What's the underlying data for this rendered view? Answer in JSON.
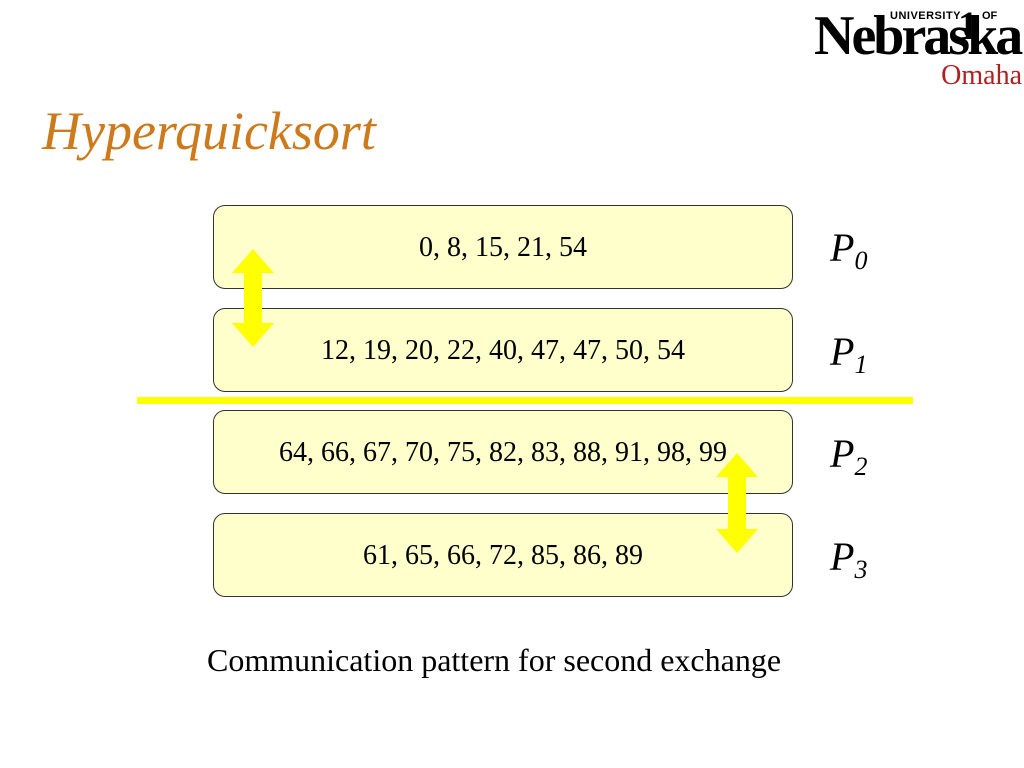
{
  "slide": {
    "title": "Hyperquicksort",
    "caption": "Communication pattern for second exchange"
  },
  "logo": {
    "university": "UNIVERSITY",
    "one": "1",
    "of": "OF",
    "name": "Nebraska",
    "campus": "Omaha",
    "campus_color": "#b02020"
  },
  "diagram": {
    "box_fill": "#ffffcc",
    "accent_color": "#ffff00",
    "title_color": "#cc7a1b",
    "processors": [
      {
        "label": "P",
        "sub": "0",
        "values": "0, 8, 15, 21, 54"
      },
      {
        "label": "P",
        "sub": "1",
        "values": "12, 19, 20, 22, 40, 47, 47, 50, 54"
      },
      {
        "label": "P",
        "sub": "2",
        "values": "64, 66, 67, 70, 75, 82, 83, 88, 91, 98, 99"
      },
      {
        "label": "P",
        "sub": "3",
        "values": "61, 65, 66, 72, 85, 86, 89"
      }
    ],
    "exchanges": [
      {
        "between": [
          "P0",
          "P1"
        ],
        "icon": "double-arrow-icon"
      },
      {
        "between": [
          "P2",
          "P3"
        ],
        "icon": "double-arrow-icon"
      }
    ]
  }
}
